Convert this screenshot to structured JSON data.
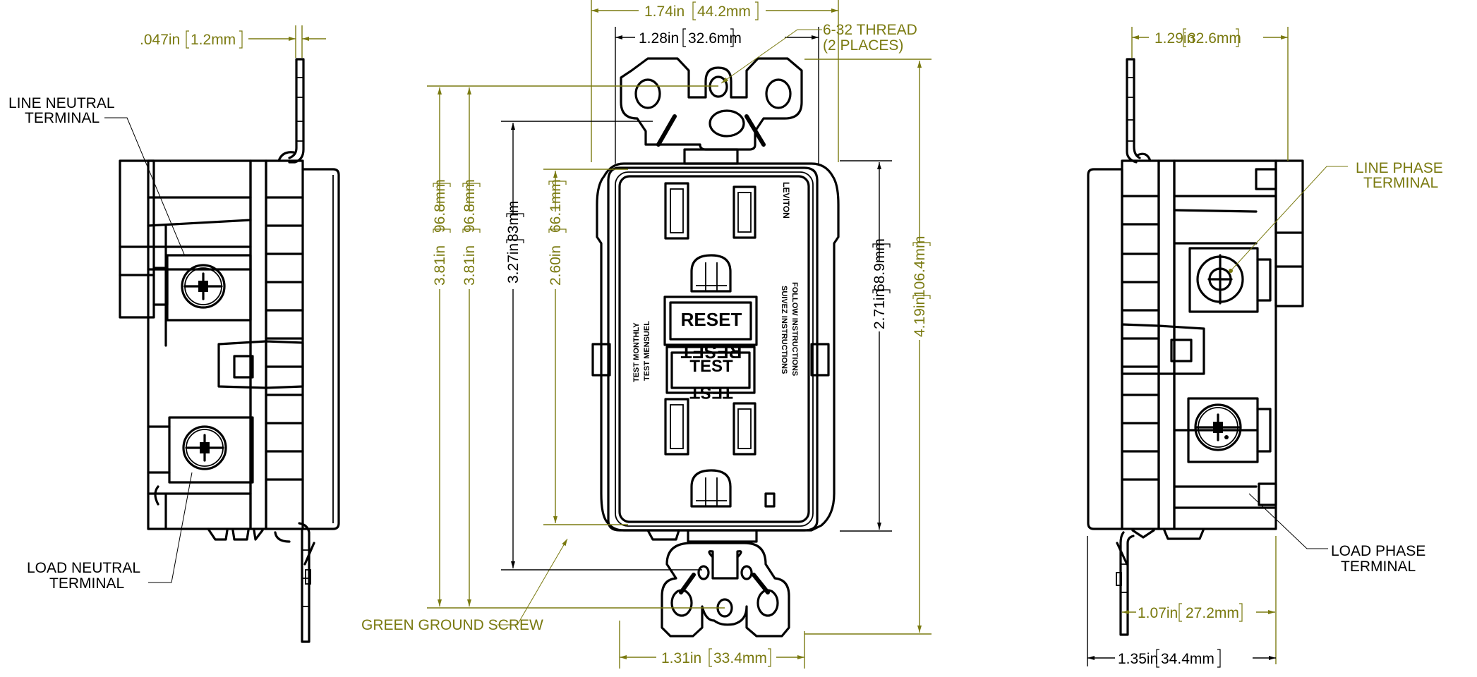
{
  "drawing": {
    "title": "GFCI Receptacle Dimensional Drawing",
    "colors": {
      "ink": "#000000",
      "dimension": "#7a7a10"
    },
    "views": {
      "left_side": {
        "callouts": [
          {
            "id": "line-neutral",
            "line1": "LINE NEUTRAL",
            "line2": "TERMINAL"
          },
          {
            "id": "load-neutral",
            "line1": "LOAD NEUTRAL",
            "line2": "TERMINAL"
          }
        ],
        "dimensions": {
          "strap_thickness": {
            "imperial": ".047in",
            "metric": "1.2mm"
          }
        }
      },
      "front": {
        "face_text": {
          "brand": "LEVITON",
          "reset_button": "RESET",
          "test_button": "TEST",
          "left_note_line1": "TEST MONTHLY",
          "left_note_line2": "TEST MENSUEL",
          "right_note_line1": "FOLLOW INSTRUCTIONS",
          "right_note_line2": "SUIVEZ INSTRUCTIONS"
        },
        "callouts": [
          {
            "id": "thread",
            "line1": "6-32 THREAD",
            "line2": "(2 PLACES)"
          },
          {
            "id": "ground-screw",
            "line1": "GREEN GROUND SCREW"
          }
        ],
        "dimensions": {
          "overall_width": {
            "imperial": "1.74in",
            "metric": "44.2mm"
          },
          "strap_width_top": {
            "imperial": "1.28in",
            "metric": "32.6mm"
          },
          "strap_width_bottom": {
            "imperial": "1.31in",
            "metric": "33.4mm"
          },
          "mounting_hole_spacing_a": {
            "imperial": "3.81in",
            "metric": "96.8mm"
          },
          "mounting_hole_spacing_b": {
            "imperial": "3.81in",
            "metric": "96.8mm"
          },
          "strap_body_height": {
            "imperial": "3.27in",
            "metric": "83mm"
          },
          "face_height": {
            "imperial": "2.60in",
            "metric": "66.1mm"
          },
          "body_height": {
            "imperial": "2.71in",
            "metric": "68.9mm"
          },
          "overall_height": {
            "imperial": "4.19in",
            "metric": "106.4mm"
          }
        }
      },
      "right_side": {
        "callouts": [
          {
            "id": "line-phase",
            "line1": "LINE PHASE",
            "line2": "TERMINAL"
          },
          {
            "id": "load-phase",
            "line1": "LOAD PHASE",
            "line2": "TERMINAL"
          }
        ],
        "dimensions": {
          "top_depth": {
            "imperial": "1.29in",
            "metric": "32.6mm"
          },
          "back_depth": {
            "imperial": "1.07in",
            "metric": "27.2mm"
          },
          "overall_depth": {
            "imperial": "1.35in",
            "metric": "34.4mm"
          }
        }
      }
    }
  }
}
